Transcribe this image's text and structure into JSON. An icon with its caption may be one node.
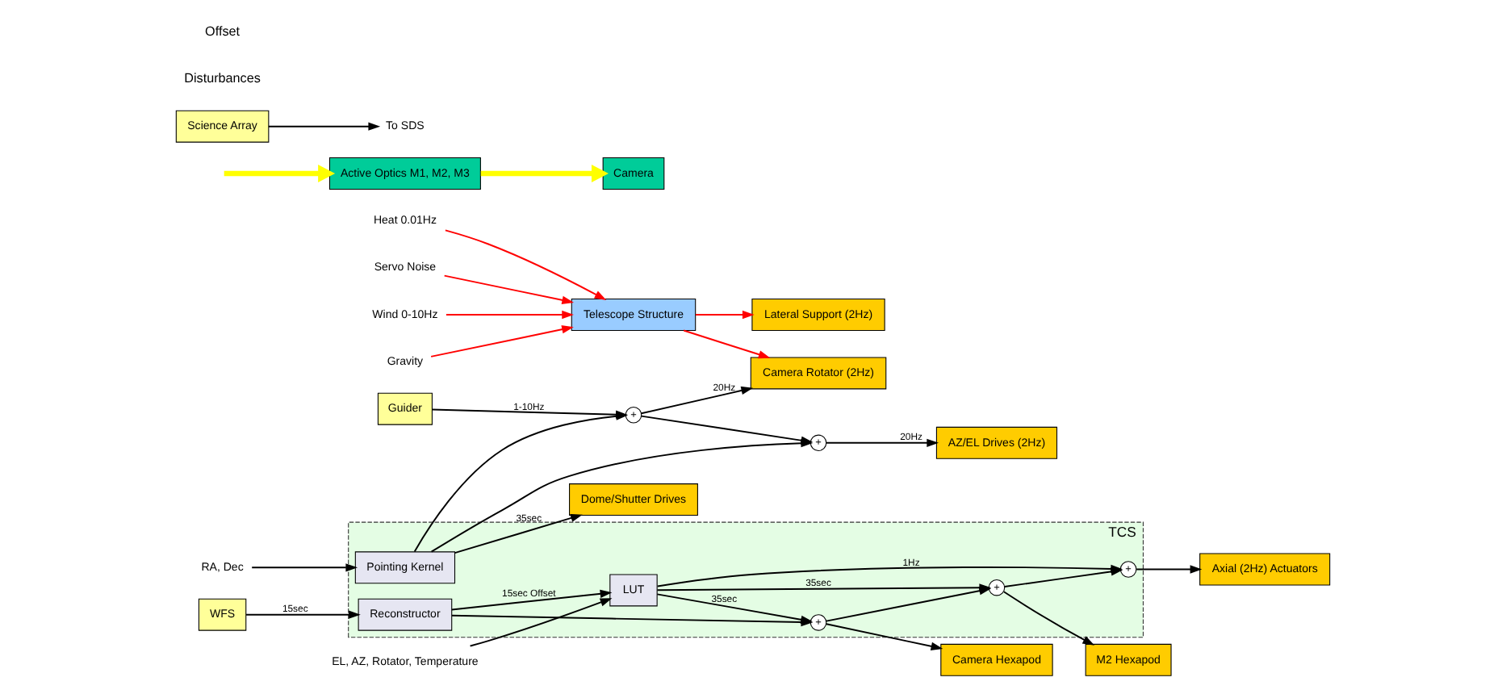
{
  "diagram": {
    "nodes": [
      {
        "text": [
          "Wind 0-10Hz"
        ]
      },
      {
        "text": [
          "Gravity"
        ]
      },
      {
        "text": [
          "Heat 0.01Hz"
        ]
      },
      {
        "text": [
          "Servo Noise"
        ]
      },
      {
        "text": [
          "Telescope Structure"
        ]
      },
      {
        "text": [
          "AZ/EL Drives (2Hz)"
        ]
      },
      {
        "text": [
          "Lateral Support (2Hz)"
        ]
      },
      {
        "text": [
          "Active Optics M1, M2, M3"
        ]
      },
      {
        "text": [
          "Axial (2Hz) Actuators"
        ]
      },
      {
        "text": [
          "M2 Hexapod"
        ]
      },
      {
        "text": [
          "Camera Rotator (2Hz)"
        ]
      },
      {
        "text": [
          "Camera"
        ]
      },
      {
        "text": [
          "Camera Hexapod"
        ]
      },
      {
        "text": [
          "Guider"
        ]
      },
      {
        "text": [
          "WFS"
        ]
      },
      {
        "text": [
          "Science Array"
        ]
      },
      {
        "text": [
          "To SDS"
        ]
      },
      {
        "text": [
          "TCS"
        ]
      },
      {
        "text": [
          "LUT"
        ],
        "in": 17
      },
      {
        "text": [
          "Reconstructor"
        ],
        "in": 17
      },
      {
        "text": [
          "Pointing Kernel"
        ],
        "in": 17
      },
      {
        "text": [
          "Dome/Shutter Drives"
        ]
      },
      {
        "text": [
          "RA, Dec"
        ]
      },
      {
        "text": [
          "EL, AZ, Rotator, Temperature"
        ]
      },
      {
        "text": [
          "+"
        ],
        "in": 17
      },
      {
        "text": [
          "+"
        ],
        "in": 17
      },
      {
        "text": [
          "+"
        ],
        "in": 17
      },
      {
        "text": [
          "+"
        ]
      },
      {
        "text": [
          "+"
        ]
      }
    ],
    "edges": [
      {
        "from": 0,
        "to": 4,
        "arrow": "to",
        "color": "#ff0000"
      },
      {
        "from": 1,
        "to": 4,
        "arrow": "to",
        "color": "#ff0000"
      },
      {
        "from": 2,
        "to": 4,
        "arrow": "to",
        "color": "#ff0000"
      },
      {
        "from": 3,
        "to": 4,
        "arrow": "to",
        "color": "#ff0000"
      },
      {
        "from": 4,
        "to": 6,
        "arrow": "to",
        "color": "#ff0000"
      },
      {
        "from": 4,
        "to": 10,
        "arrow": "to",
        "color": "#ff0000"
      },
      {
        "from": null,
        "to": 7,
        "arrow": "to",
        "style": "thick",
        "color": "#ffff00"
      },
      {
        "from": 7,
        "to": 11,
        "arrow": "to",
        "style": "thick",
        "color": "#ffff00"
      },
      {
        "from": 15,
        "to": 16,
        "arrow": "to"
      },
      {
        "from": 22,
        "to": 20,
        "arrow": "to"
      },
      {
        "from": 20,
        "to": 27,
        "arrow": "to"
      },
      {
        "from": 20,
        "to": 28,
        "arrow": "to"
      },
      {
        "from": 27,
        "to": 5,
        "arrow": "to",
        "label": "20Hz"
      },
      {
        "from": 28,
        "to": 10,
        "arrow": "to",
        "label": "20Hz"
      },
      {
        "from": 28,
        "to": 27,
        "arrow": "to"
      },
      {
        "from": 13,
        "to": 28,
        "arrow": "to",
        "label": "1-10Hz"
      },
      {
        "from": 14,
        "to": 19,
        "arrow": "to",
        "label": "15sec"
      },
      {
        "from": 20,
        "to": 21,
        "arrow": "to",
        "label": "35sec"
      },
      {
        "from": 19,
        "to": 18,
        "arrow": "to",
        "label": "15sec Offset"
      },
      {
        "from": 19,
        "to": 26,
        "arrow": "to"
      },
      {
        "from": 26,
        "to": 25,
        "arrow": "to"
      },
      {
        "from": 25,
        "to": 24,
        "arrow": "to"
      },
      {
        "from": 18,
        "to": 24,
        "arrow": "to",
        "label": "1Hz"
      },
      {
        "from": 18,
        "to": 25,
        "arrow": "to",
        "label": "35sec"
      },
      {
        "from": 18,
        "to": 26,
        "arrow": "to",
        "label": "35sec"
      },
      {
        "from": 24,
        "to": 8,
        "arrow": "to"
      },
      {
        "from": 25,
        "to": 9,
        "arrow": "to"
      },
      {
        "from": 26,
        "to": 12,
        "arrow": "to"
      },
      {
        "from": 23,
        "to": 18,
        "arrow": "to"
      }
    ],
    "labels": [
      "Disturbances",
      "Offset"
    ]
  }
}
